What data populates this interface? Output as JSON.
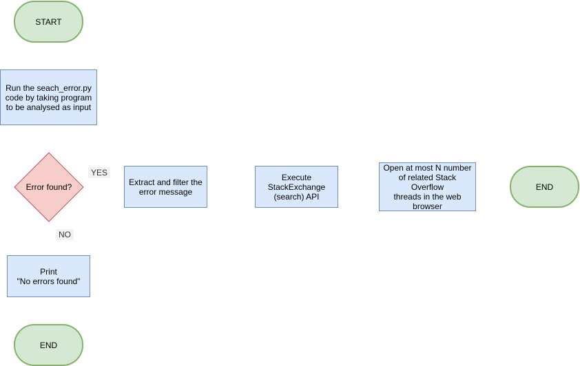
{
  "nodes": {
    "start": "START",
    "run_script": "Run the seach_error.py\ncode by taking program\nto be analysed as input",
    "decision": "Error found?",
    "extract": "Extract and filter the\nerror message",
    "execute_api": "Execute\nStackExchange\n(search) API",
    "open_threads": "Open at most N number\nof related Stack Overflow\nthreads in the web\nbrowser",
    "end_right": "END",
    "print_no_errors": "Print\n\"No errors found\"",
    "end_bottom": "END"
  },
  "edge_labels": {
    "yes": "YES",
    "no": "NO"
  },
  "colors": {
    "process_fill": "#dae8fc",
    "process_stroke": "#6c8ebf",
    "terminal_fill": "#d5e8d4",
    "terminal_stroke": "#82b366",
    "decision_fill": "#f8cecc",
    "decision_stroke": "#b85450"
  }
}
